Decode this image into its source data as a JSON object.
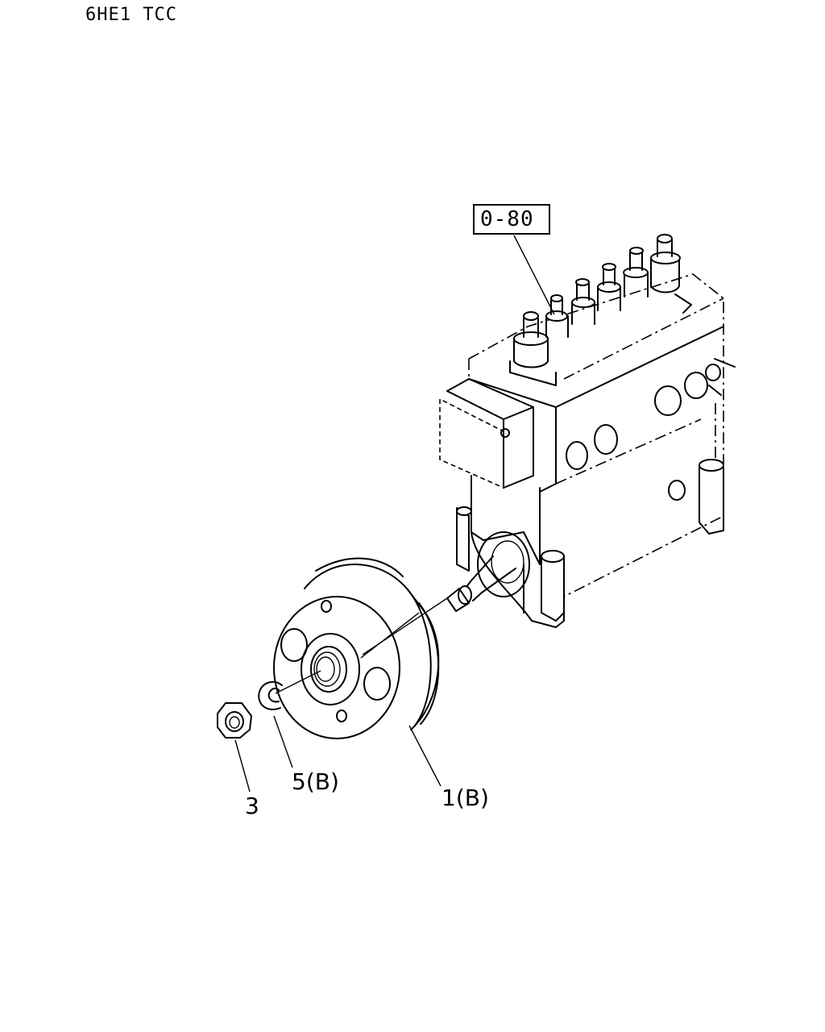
{
  "header": {
    "model_code": "6HE1 TCC"
  },
  "reference": {
    "label": "0-80"
  },
  "callouts": {
    "part_1": "1(B)",
    "part_3": "3",
    "part_5": "5(B)"
  },
  "colors": {
    "line": "#000000",
    "background": "#ffffff"
  }
}
